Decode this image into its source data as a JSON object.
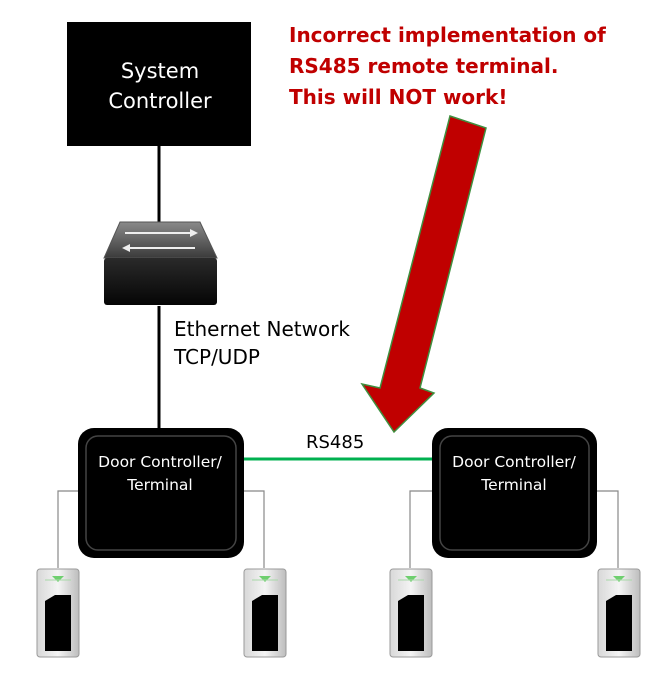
{
  "system_controller": {
    "line1": "System",
    "line2": "Controller"
  },
  "network": {
    "line1": "Ethernet Network",
    "line2": "TCP/UDP"
  },
  "link": {
    "label": "RS485",
    "color": "#00b050"
  },
  "warning": {
    "line1": "Incorrect implementation of",
    "line2": "RS485 remote terminal.",
    "line3": "This will NOT work!",
    "color": "#c00000"
  },
  "arrow": {
    "fill": "#c00000",
    "outline": "#3f8f3f"
  },
  "door_controllers": [
    {
      "line1": "Door Controller/",
      "line2": "Terminal"
    },
    {
      "line1": "Door Controller/",
      "line2": "Terminal"
    }
  ],
  "readers": [
    {
      "icon": "card-reader-icon"
    },
    {
      "icon": "card-reader-icon"
    },
    {
      "icon": "card-reader-icon"
    },
    {
      "icon": "card-reader-icon"
    }
  ],
  "switch": {
    "icon": "network-switch-icon"
  }
}
